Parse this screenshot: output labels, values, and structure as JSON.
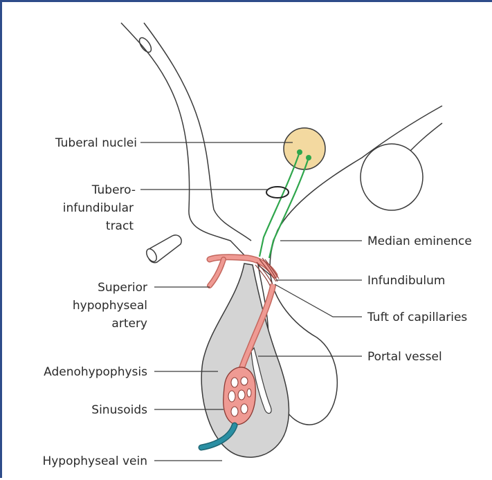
{
  "labels": {
    "tuberal_nuclei": "Tuberal nuclei",
    "tract_line1": "Tubero-",
    "tract_line2": "infundibular",
    "tract_line3": "tract",
    "median_eminence": "Median eminence",
    "infundibulum": "Infundibulum",
    "tuft": "Tuft of capillaries",
    "superior_line1": "Superior",
    "superior_line2": "hypophyseal",
    "superior_line3": "artery",
    "portal_vessel": "Portal vessel",
    "adenohypophysis": "Adenohypophysis",
    "sinusoids": "Sinusoids",
    "hypophyseal_vein": "Hypophyseal vein"
  },
  "colors": {
    "frame": "#2e4c8a",
    "nucleus_fill": "#f3d9a0",
    "nerve_tract": "#2fa64c",
    "artery": "#ef9a93",
    "artery_stroke": "#c4675e",
    "adenohypophysis": "#d4d4d4",
    "vein": "#2a8fa3"
  }
}
